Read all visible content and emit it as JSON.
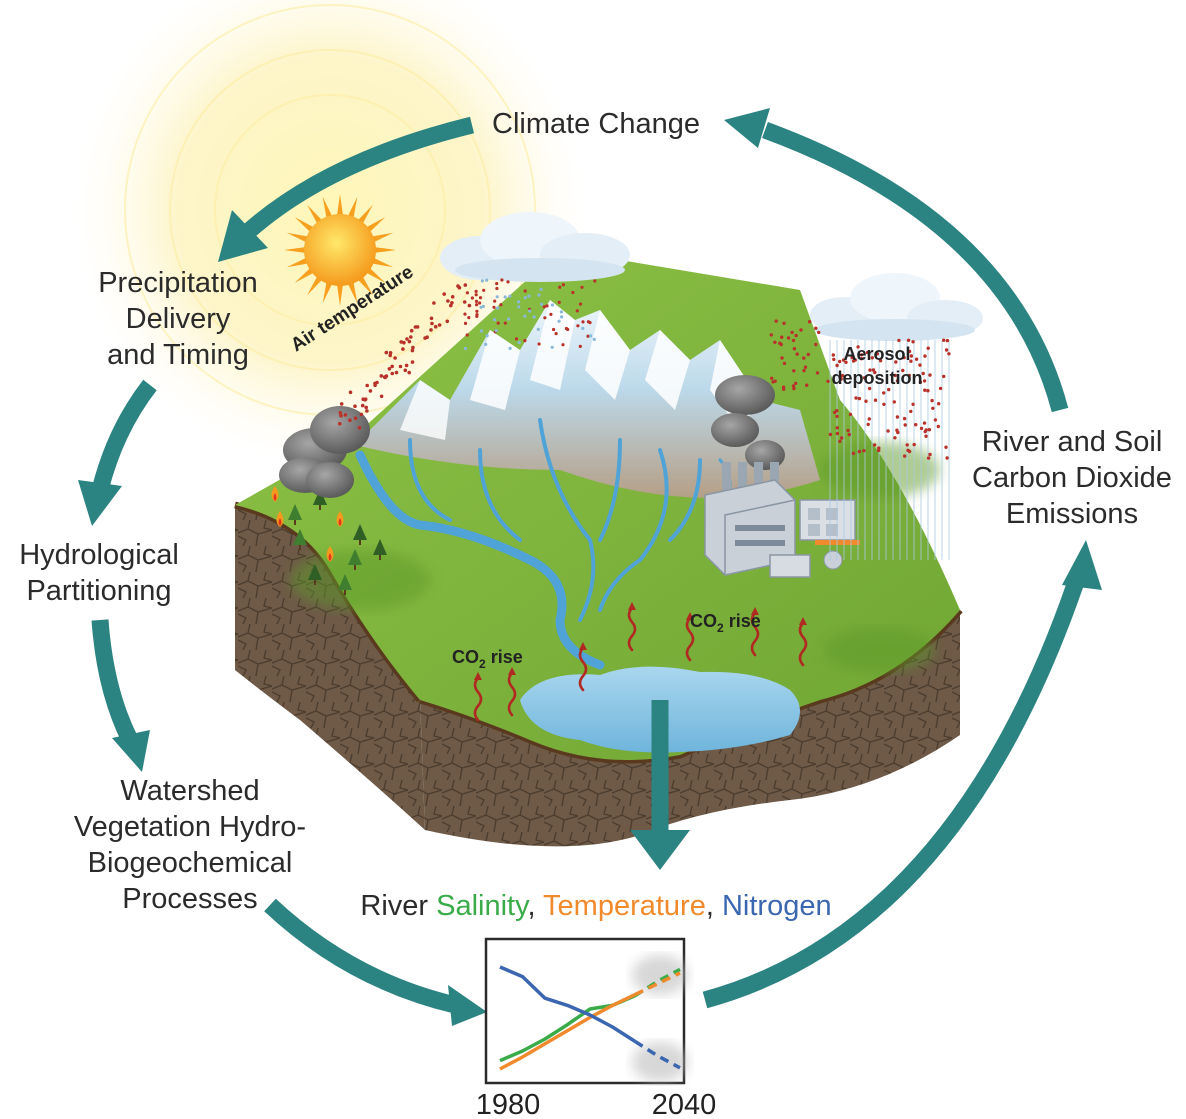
{
  "cycle": {
    "climate_change": "Climate Change",
    "precipitation": [
      "Precipitation",
      "Delivery",
      "and Timing"
    ],
    "hydrological": [
      "Hydrological",
      "Partitioning"
    ],
    "watershed": [
      "Watershed",
      "Vegetation Hydro-",
      "Biogeochemical",
      "Processes"
    ],
    "emissions": [
      "River and Soil",
      "Carbon Dioxide",
      "Emissions"
    ]
  },
  "scene": {
    "air_temperature": "Air temperature",
    "aerosol": [
      "Aerosol",
      "deposition"
    ],
    "co2_left": {
      "prefix": "CO",
      "sub": "2",
      "suffix": " rise"
    },
    "co2_right": {
      "prefix": "CO",
      "sub": "2",
      "suffix": " rise"
    }
  },
  "legend": {
    "prefix": "River ",
    "salinity": "Salinity",
    "comma1": ", ",
    "temperature": "Temperature",
    "comma2": ", ",
    "nitrogen": "Nitrogen"
  },
  "colors": {
    "arrow": "#2b8482",
    "salinity": "#3aab49",
    "temperature": "#f08a2c",
    "nitrogen": "#3b66b0",
    "grass": "#7db13a",
    "water": "#6fb5dc",
    "soil": "#6e5a47"
  },
  "chart_data": {
    "type": "line",
    "x_start_label": "1980",
    "x_end_label": "2040",
    "series": [
      {
        "name": "Salinity",
        "values": [
          0.12,
          0.2,
          0.3,
          0.42,
          0.55,
          0.58,
          0.66,
          0.78,
          0.88
        ],
        "projected_from": 6
      },
      {
        "name": "Temperature",
        "values": [
          0.05,
          0.15,
          0.26,
          0.37,
          0.48,
          0.58,
          0.67,
          0.76,
          0.85
        ],
        "projected_from": 6
      },
      {
        "name": "Nitrogen",
        "values": [
          0.9,
          0.82,
          0.64,
          0.58,
          0.5,
          0.4,
          0.28,
          0.16,
          0.06
        ],
        "projected_from": 6
      }
    ]
  }
}
